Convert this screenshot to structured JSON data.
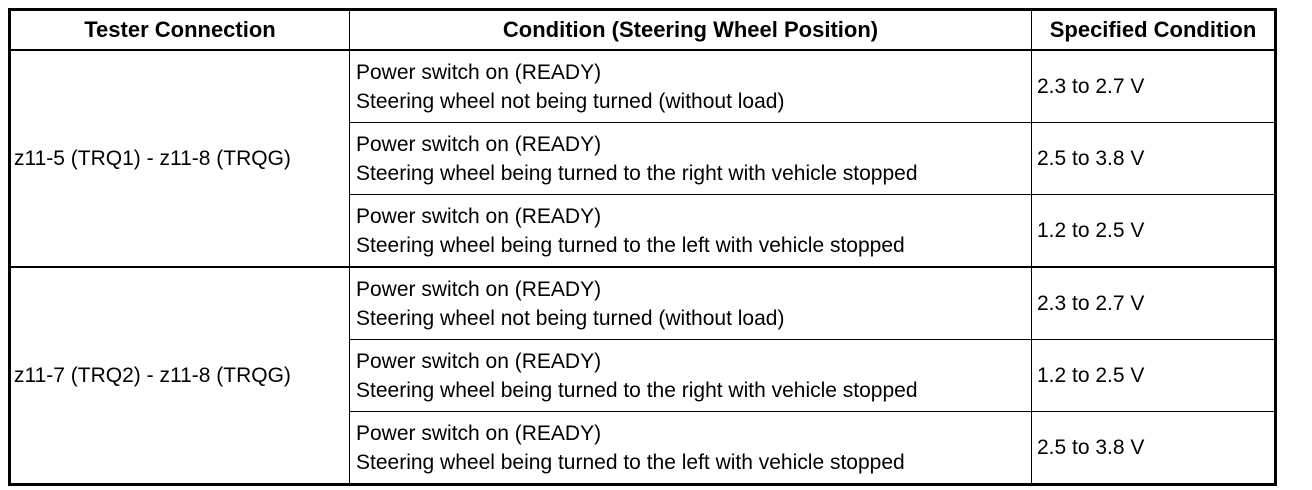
{
  "table": {
    "headers": {
      "tester": "Tester Connection",
      "condition": "Condition (Steering Wheel Position)",
      "specified": "Specified Condition"
    },
    "groups": [
      {
        "tester": "z11-5 (TRQ1) - z11-8 (TRQG)",
        "rows": [
          {
            "condition_line1": "Power switch on (READY)",
            "condition_line2": "Steering wheel not being turned (without load)",
            "specified": "2.3 to 2.7 V"
          },
          {
            "condition_line1": "Power switch on (READY)",
            "condition_line2": "Steering wheel being turned to the right with vehicle stopped",
            "specified": "2.5 to 3.8 V"
          },
          {
            "condition_line1": "Power switch on (READY)",
            "condition_line2": "Steering wheel being turned to the left with vehicle stopped",
            "specified": "1.2 to 2.5 V"
          }
        ]
      },
      {
        "tester": "z11-7 (TRQ2) - z11-8 (TRQG)",
        "rows": [
          {
            "condition_line1": "Power switch on (READY)",
            "condition_line2": "Steering wheel not being turned (without load)",
            "specified": "2.3 to 2.7 V"
          },
          {
            "condition_line1": "Power switch on (READY)",
            "condition_line2": "Steering wheel being turned to the right with vehicle stopped",
            "specified": "1.2 to 2.5 V"
          },
          {
            "condition_line1": "Power switch on (READY)",
            "condition_line2": "Steering wheel being turned to the left with vehicle stopped",
            "specified": "2.5 to 3.8 V"
          }
        ]
      }
    ]
  }
}
